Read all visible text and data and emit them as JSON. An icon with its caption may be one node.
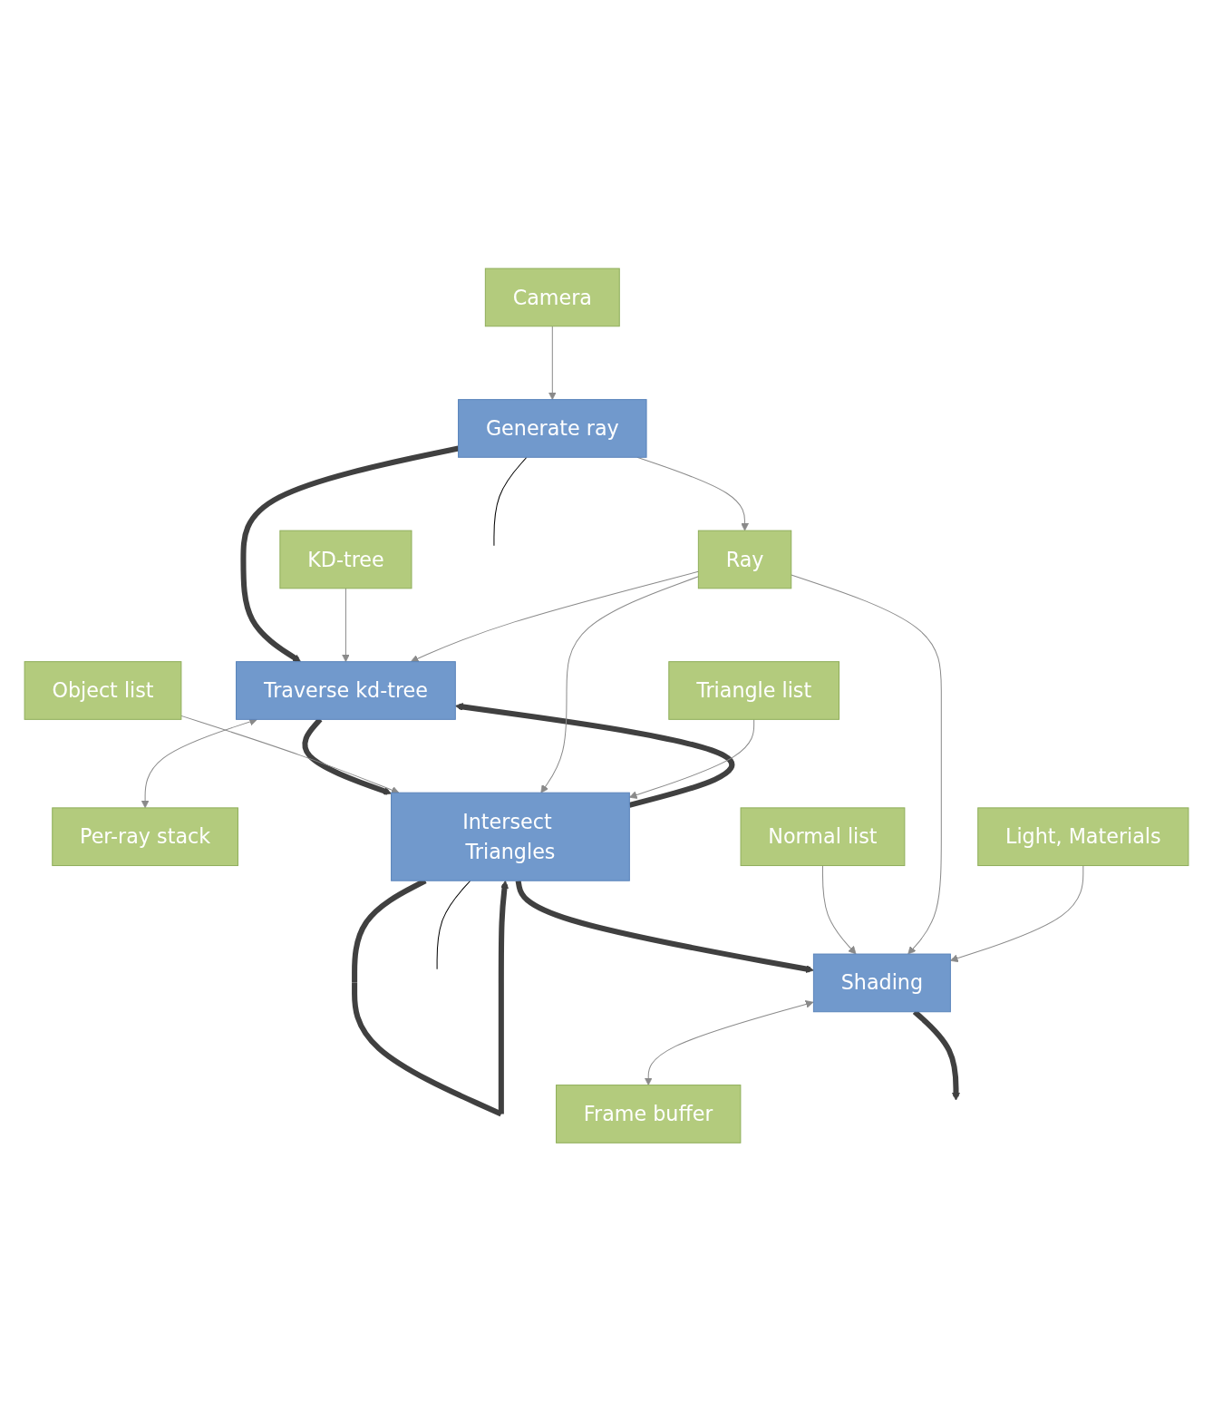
{
  "diagram": {
    "nodes": [
      {
        "text": [
          "Camera"
        ]
      },
      {
        "text": [
          "Generate ray"
        ]
      },
      {
        "text": [
          "Ray"
        ]
      },
      {
        "text": [
          "KD-tree"
        ]
      },
      {
        "text": [
          "Traverse kd-tree"
        ]
      },
      {
        "text": [
          "Per-ray stack"
        ]
      },
      {
        "text": [
          "Object list"
        ]
      },
      {
        "text": [
          "Intersect Triangles"
        ]
      },
      {
        "text": [
          "Triangle list"
        ]
      },
      {
        "text": [
          "Normal list"
        ]
      },
      {
        "text": [
          "Shading"
        ]
      },
      {
        "text": [
          "Light, Materials"
        ]
      },
      {
        "text": [
          "Frame buffer"
        ]
      }
    ],
    "edges": [
      {
        "from": 0,
        "to": 1,
        "arrow": "to"
      },
      {
        "from": 1,
        "to": 2,
        "arrow": "to"
      },
      {
        "from": 1,
        "to": 4,
        "arrow": "to",
        "style": "thick"
      },
      {
        "from": 3,
        "to": 4,
        "arrow": "to"
      },
      {
        "from": 2,
        "to": 4,
        "arrow": "to"
      },
      {
        "from": 4,
        "to": 5,
        "arrow": "both"
      },
      {
        "from": 4,
        "to": 7,
        "arrow": "to",
        "style": "thick"
      },
      {
        "from": 7,
        "to": 7,
        "arrow": "to",
        "style": "thick"
      },
      {
        "from": 7,
        "to": 4,
        "arrow": "to",
        "style": "thick"
      },
      {
        "from": 6,
        "to": 7,
        "arrow": "to"
      },
      {
        "from": 2,
        "to": 7,
        "arrow": "to"
      },
      {
        "from": 8,
        "to": 7,
        "arrow": "to"
      },
      {
        "from": 7,
        "to": 10,
        "arrow": "to",
        "style": "thick"
      },
      {
        "from": 9,
        "to": 10,
        "arrow": "to"
      },
      {
        "from": 2,
        "to": 10,
        "arrow": "to"
      },
      {
        "from": 11,
        "to": 10,
        "arrow": "to"
      },
      {
        "from": 10,
        "to": 12,
        "arrow": "both"
      },
      {
        "from": 10,
        "to": null,
        "arrow": "to",
        "style": "thick"
      },
      {
        "from": 1,
        "to": null,
        "arrow": "none",
        "color": "#000000"
      },
      {
        "from": 7,
        "to": null,
        "arrow": "none",
        "color": "#000000"
      }
    ]
  }
}
